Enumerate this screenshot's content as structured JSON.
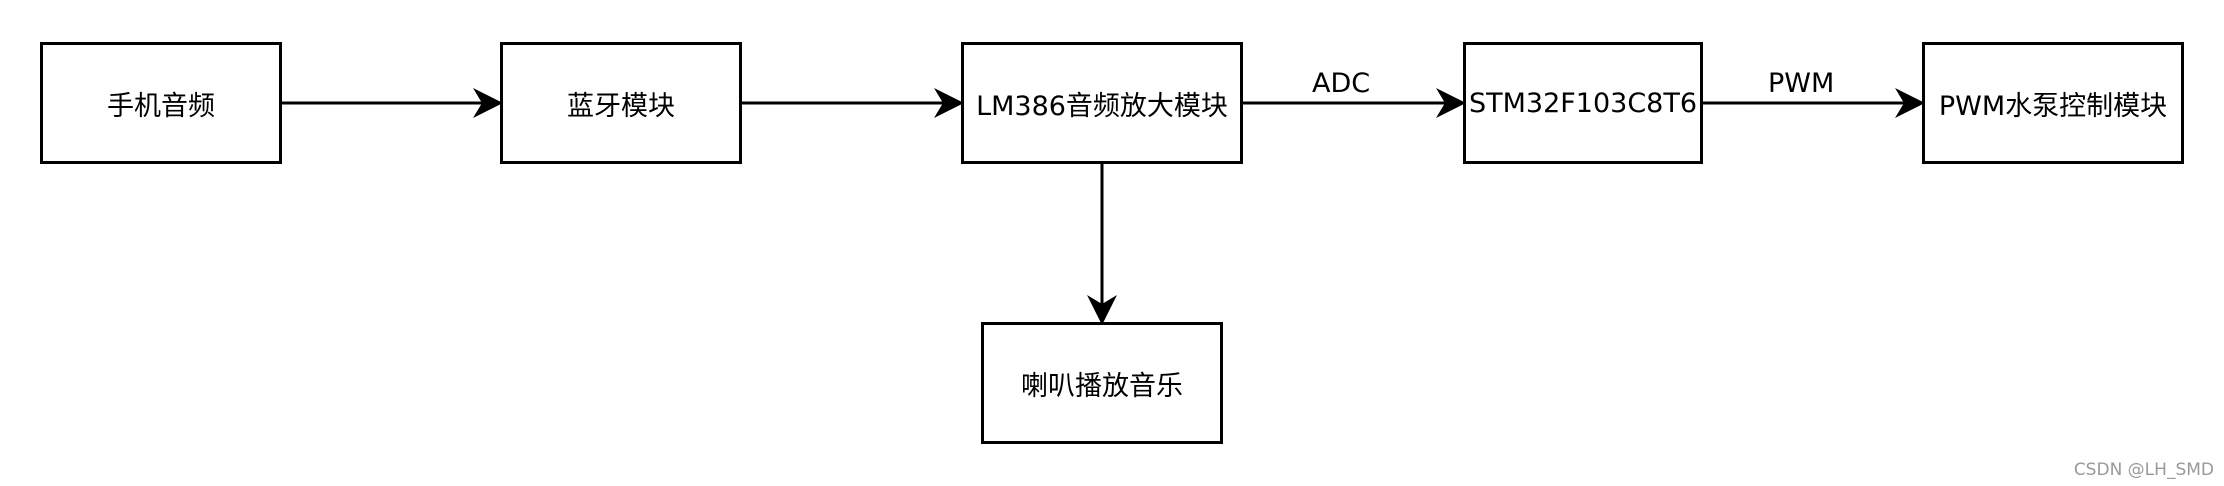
{
  "nodes": {
    "phone_audio": "手机音频",
    "bluetooth": "蓝牙模块",
    "lm386": "LM386音频放大模块",
    "stm32": "STM32F103C8T6",
    "pwm_pump": "PWM水泵控制模块",
    "speaker": "喇叭播放音乐"
  },
  "edges": {
    "adc": "ADC",
    "pwm": "PWM"
  },
  "watermark": "CSDN @LH_SMD"
}
